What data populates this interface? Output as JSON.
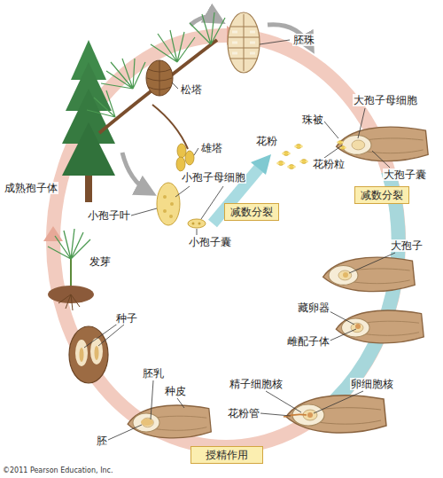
{
  "diagram": {
    "nodes": [
      {
        "text": [
          "减数分裂"
        ]
      },
      {
        "text": [
          "减数分裂"
        ]
      },
      {
        "text": [
          "授精作用"
        ]
      }
    ],
    "labels": [
      "松塔",
      "胚珠",
      "雄塔",
      "大孢子母细胞",
      "珠被",
      "花粉",
      "小孢子母细胞",
      "花粉粒",
      "大孢子囊",
      "成熟孢子体",
      "小孢子叶",
      "小孢子囊",
      "大孢子",
      "发芽",
      "藏卵器",
      "种子",
      "雌配子体",
      "胚乳",
      "精子细胞核",
      "卵细胞核",
      "种皮",
      "花粉管",
      "胚",
      "©2011 Pearson Education, Inc."
    ]
  }
}
